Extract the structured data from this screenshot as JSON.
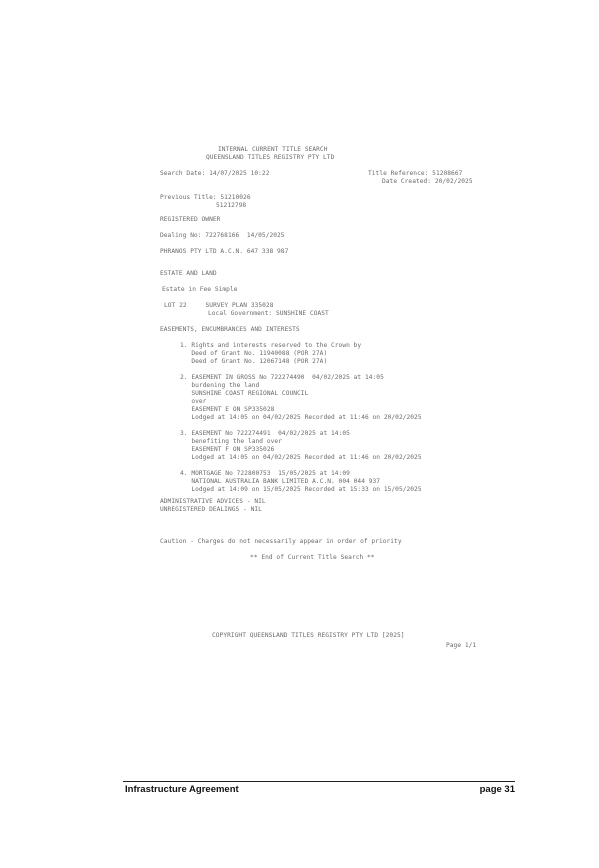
{
  "header": {
    "line1": "INTERNAL CURRENT TITLE SEARCH",
    "line2": "QUEENSLAND TITLES REGISTRY PTY LTD"
  },
  "search": {
    "date": "Search Date: 14/07/2025 10:22",
    "title_ref": "Title Reference: 51208667",
    "date_created": "Date Created: 20/02/2025"
  },
  "previous": {
    "label": "Previous Title: 51210026",
    "line2": "51212798"
  },
  "registered_owner": {
    "heading": "REGISTERED OWNER",
    "dealing": "Dealing No: 722768166  14/05/2025",
    "owner": "PHRANOS PTY LTD A.C.N. 647 338 987"
  },
  "estate": {
    "heading": "ESTATE AND LAND",
    "type": "Estate in Fee Simple",
    "lot": "LOT 22     SURVEY PLAN 335028",
    "gov": "Local Government: SUNSHINE COAST"
  },
  "easements": {
    "heading": "EASEMENTS, ENCUMBRANCES AND INTERESTS",
    "items": [
      [
        "1. Rights and interests reserved to the Crown by",
        "   Deed of Grant No. 11940088 (POR 27A)",
        "   Deed of Grant No. 12067148 (POR 27A)"
      ],
      [
        "2. EASEMENT IN GROSS No 722274490  04/02/2025 at 14:05",
        "   burdening the land",
        "   SUNSHINE COAST REGIONAL COUNCIL",
        "   over",
        "   EASEMENT E ON SP335028",
        "   Lodged at 14:05 on 04/02/2025 Recorded at 11:46 on 20/02/2025"
      ],
      [
        "3. EASEMENT No 722274491  04/02/2025 at 14:05",
        "   benefiting the land over",
        "   EASEMENT F ON SP335026",
        "   Lodged at 14:05 on 04/02/2025 Recorded at 11:46 on 20/02/2025"
      ],
      [
        "4. MORTGAGE No 722800753  15/05/2025 at 14:09",
        "   NATIONAL AUSTRALIA BANK LIMITED A.C.N. 004 044 937",
        "   Lodged at 14:09 on 15/05/2025 Recorded at 15:33 on 15/05/2025"
      ]
    ]
  },
  "advices": {
    "admin": "ADMINISTRATIVE ADVICES - NIL",
    "unregistered": "UNREGISTERED DEALINGS - NIL"
  },
  "caution": "Caution - Charges do not necessarily appear in order of priority",
  "end_note": "** End of Current Title Search **",
  "copyright": "COPYRIGHT QUEENSLAND TITLES REGISTRY PTY LTD [2025]",
  "scan_page": "Page 1/1",
  "footer": {
    "left": "Infrastructure Agreement",
    "right": "page 31"
  }
}
